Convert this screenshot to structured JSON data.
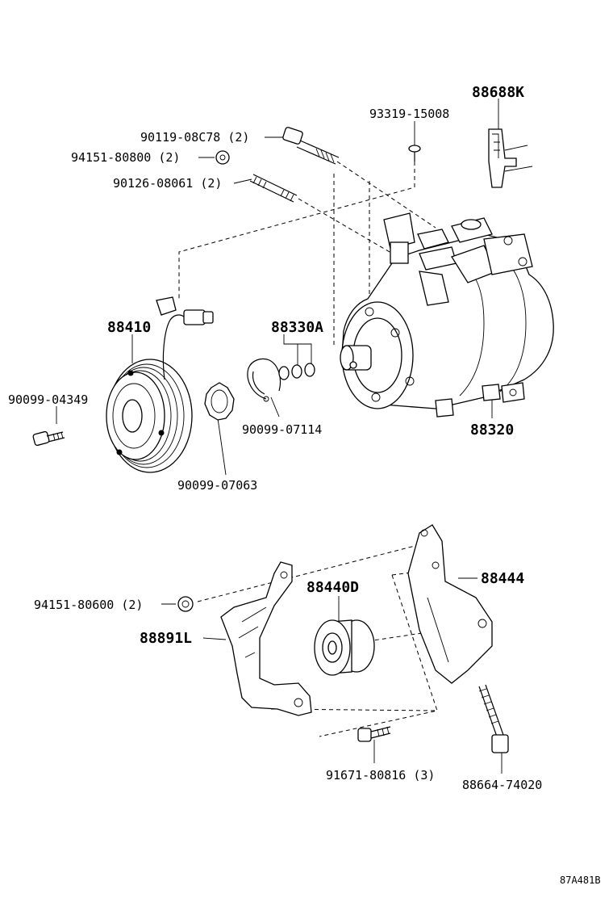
{
  "labels": {
    "p88688K": "88688K",
    "p93319": "93319-15008",
    "p90119": "90119-08C78 (2)",
    "p94151a": "94151-80800 (2)",
    "p90126": "90126-08061 (2)",
    "p88410": "88410",
    "p88330A": "88330A",
    "p90099_04349": "90099-04349",
    "p90099_07114": "90099-07114",
    "p88320": "88320",
    "p90099_07063": "90099-07063",
    "p88440D": "88440D",
    "p88444": "88444",
    "p94151b": "94151-80600 (2)",
    "p88891L": "88891L",
    "p91671": "91671-80816 (3)",
    "p88664": "88664-74020"
  },
  "diagram_ref": "87A481B"
}
